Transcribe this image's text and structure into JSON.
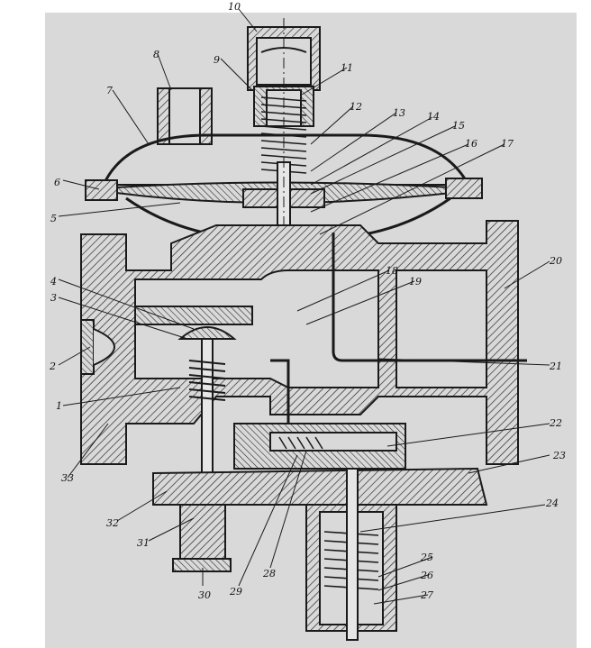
{
  "figure": {
    "labels": [
      "1",
      "2",
      "3",
      "4",
      "5",
      "6",
      "7",
      "8",
      "9",
      "10",
      "11",
      "12",
      "13",
      "14",
      "15",
      "16",
      "17",
      "18",
      "19",
      "20",
      "21",
      "22",
      "23",
      "24",
      "25",
      "26",
      "27",
      "28",
      "29",
      "30",
      "31",
      "32",
      "33"
    ]
  },
  "colors": {
    "paper": "#d9d9d9",
    "ink": "#1a1a1a",
    "hatch": "#2a2a2a",
    "ghost_text": "#b2b2b2"
  }
}
